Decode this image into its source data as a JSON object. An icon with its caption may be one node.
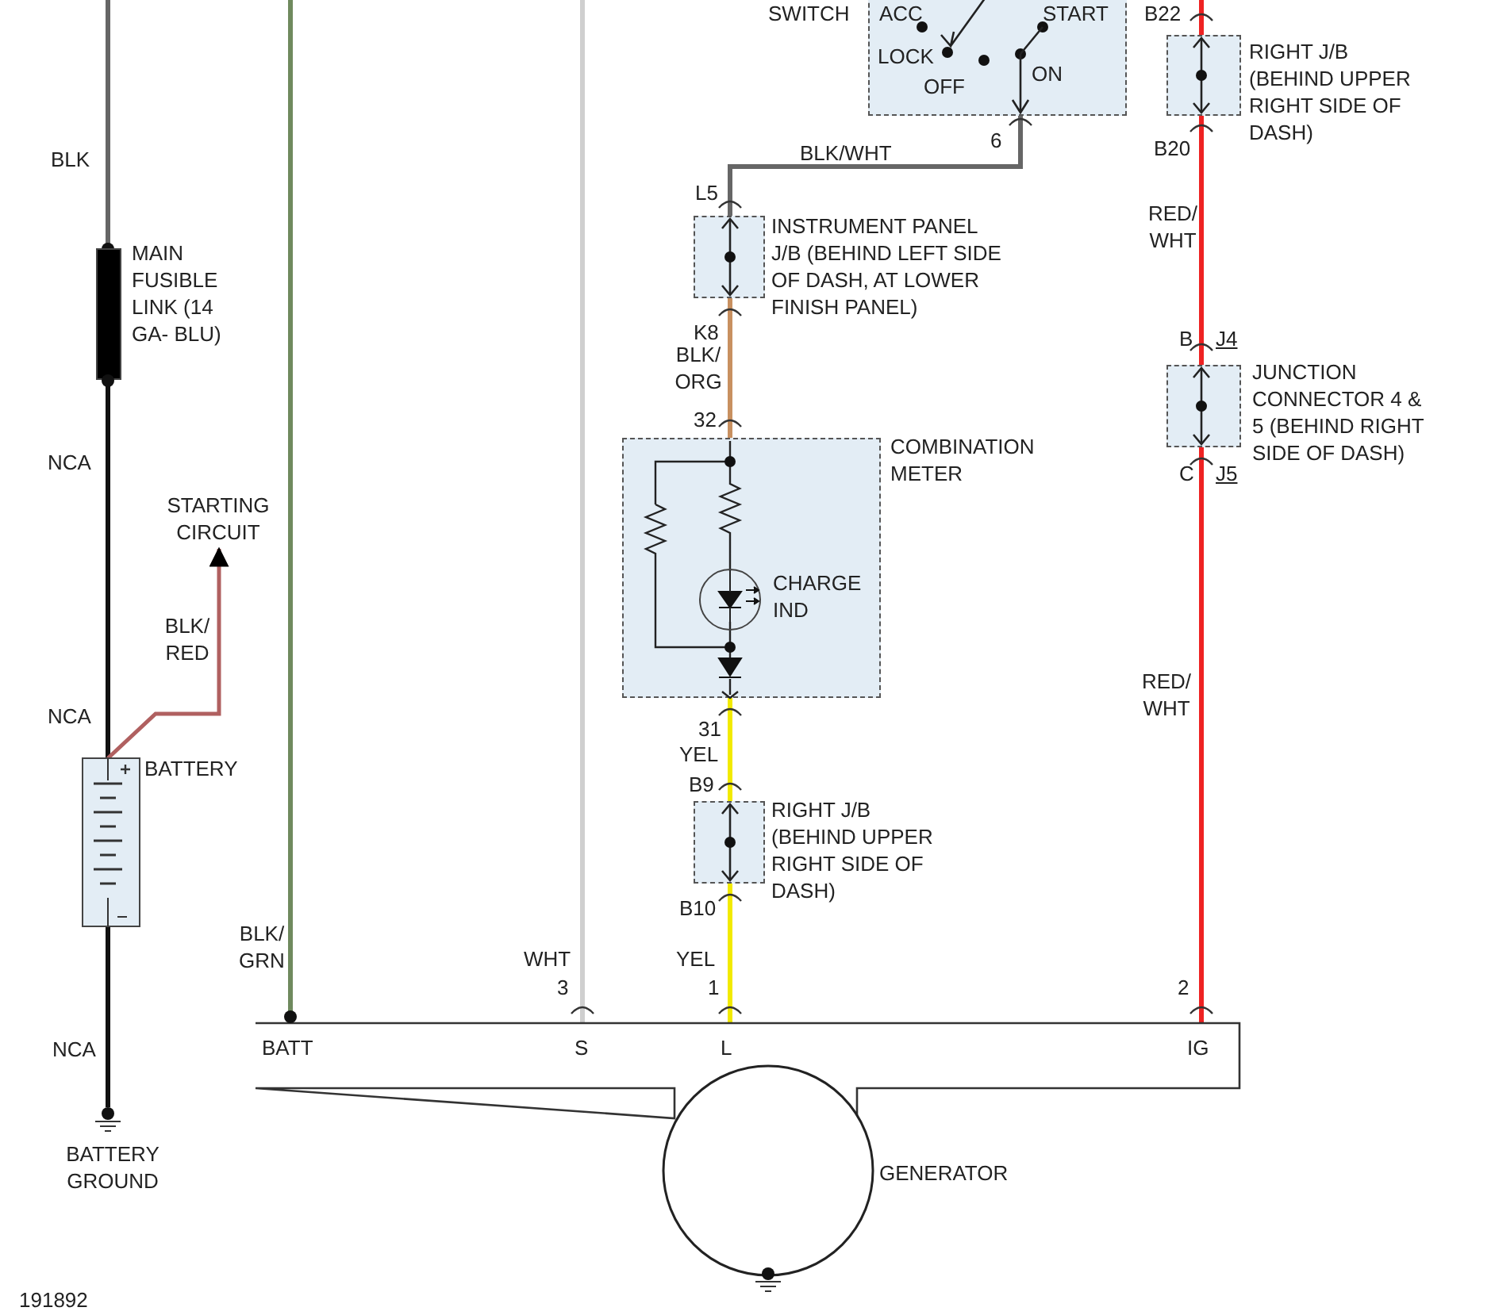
{
  "diagram": {
    "nodes": [
      {
        "text": [
          "SWITCH",
          "ACC",
          "START",
          "LOCK",
          "OFF",
          "ON"
        ]
      },
      {
        "text": [
          "RIGHT J/B (BEHIND UPPER RIGHT SIDE OF DASH)"
        ]
      },
      {
        "text": [
          "INSTRUMENT PANEL J/B (BEHIND LEFT SIDE OF DASH, AT LOWER FINISH PANEL)"
        ]
      },
      {
        "text": [
          "JUNCTION CONNECTOR 4 & 5 (BEHIND RIGHT SIDE OF DASH)"
        ]
      },
      {
        "text": [
          "COMBINATION METER",
          "CHARGE IND"
        ]
      },
      {
        "text": [
          "RIGHT J/B (BEHIND UPPER RIGHT SIDE OF DASH)"
        ]
      },
      {
        "text": [
          "MAIN FUSIBLE LINK (14 GA- BLU)"
        ]
      },
      {
        "text": [
          "STARTING CIRCUIT"
        ]
      },
      {
        "text": [
          "BATTERY"
        ]
      },
      {
        "text": [
          "BATTERY GROUND"
        ]
      },
      {
        "text": [
          "BATT",
          "S",
          "L",
          "IG",
          "GENERATOR"
        ]
      }
    ],
    "edges": [
      {
        "from": null,
        "to": 6,
        "arrow": "none",
        "label": "BLK",
        "color": "#666666"
      },
      {
        "from": 6,
        "to": 8,
        "arrow": "none",
        "label": "NCA",
        "color": "#111111"
      },
      {
        "from": 8,
        "to": 7,
        "arrow": "to",
        "label": "BLK/ RED",
        "color": "#b06060"
      },
      {
        "from": 8,
        "to": 9,
        "arrow": "none",
        "label": "NCA",
        "color": "#111111"
      },
      {
        "from": null,
        "to": 10,
        "arrow": "none",
        "label": "BLK/ GRN",
        "color": "#6f8a5e"
      },
      {
        "from": null,
        "to": 10,
        "arrow": "none",
        "label": "WHT",
        "color": "#cfcfcf"
      },
      {
        "from": 0,
        "to": 2,
        "arrow": "none",
        "label": "BLK/WHT",
        "color": "#666666"
      },
      {
        "from": 2,
        "to": 4,
        "arrow": "none",
        "label": "BLK/ ORG",
        "color": "#c89060"
      },
      {
        "from": 4,
        "to": 5,
        "arrow": "none",
        "label": "YEL",
        "color": "#f2ea00"
      },
      {
        "from": 5,
        "to": 10,
        "arrow": "none",
        "label": "YEL",
        "color": "#f2ea00"
      },
      {
        "from": null,
        "to": 1,
        "arrow": "none",
        "color": "#ee2222"
      },
      {
        "from": 1,
        "to": 3,
        "arrow": "none",
        "label": "RED/ WHT",
        "color": "#ee2222"
      },
      {
        "from": 3,
        "to": 10,
        "arrow": "none",
        "label": "RED/ WHT",
        "color": "#ee2222"
      }
    ],
    "labels": [
      "B22",
      "6",
      "B20",
      "L5",
      "K8",
      "B",
      "J4",
      "32",
      "C",
      "J5",
      "31",
      "B9",
      "B10",
      "NCA",
      "3",
      "1",
      "2",
      "191892"
    ]
  }
}
